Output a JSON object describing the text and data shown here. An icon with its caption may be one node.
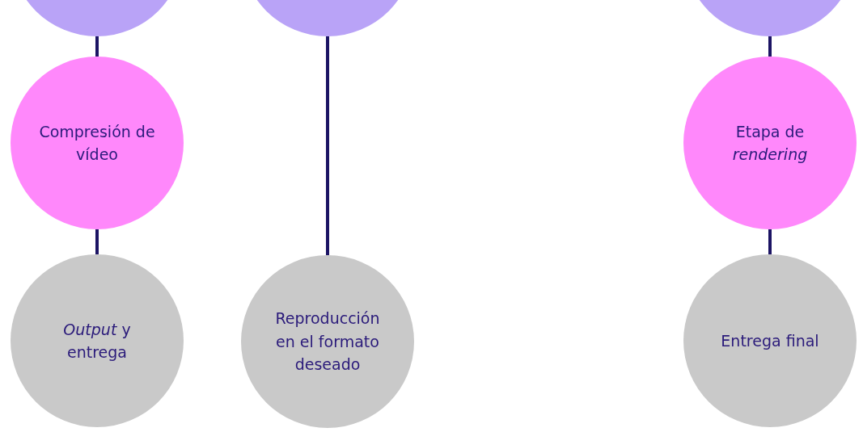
{
  "diagram": {
    "nodes": [
      {
        "text": [],
        "shape": "circle"
      },
      {
        "text": [],
        "shape": "circle"
      },
      {
        "text": [],
        "shape": "circle"
      },
      {
        "text": [
          "Compresión de vídeo"
        ]
      },
      {
        "text": [
          "Etapa de *rendering*"
        ]
      },
      {
        "text": [
          "*Output* y entrega"
        ]
      },
      {
        "text": [
          "Reproducción en el formato deseado"
        ]
      },
      {
        "text": [
          "Entrega final"
        ]
      }
    ],
    "edges": [
      {
        "from": 0,
        "to": 3,
        "arrow": "none"
      },
      {
        "from": 3,
        "to": 5,
        "arrow": "none"
      },
      {
        "from": 1,
        "to": 6,
        "arrow": "none"
      },
      {
        "from": 2,
        "to": 4,
        "arrow": "none"
      },
      {
        "from": 4,
        "to": 7,
        "arrow": "none"
      }
    ]
  }
}
